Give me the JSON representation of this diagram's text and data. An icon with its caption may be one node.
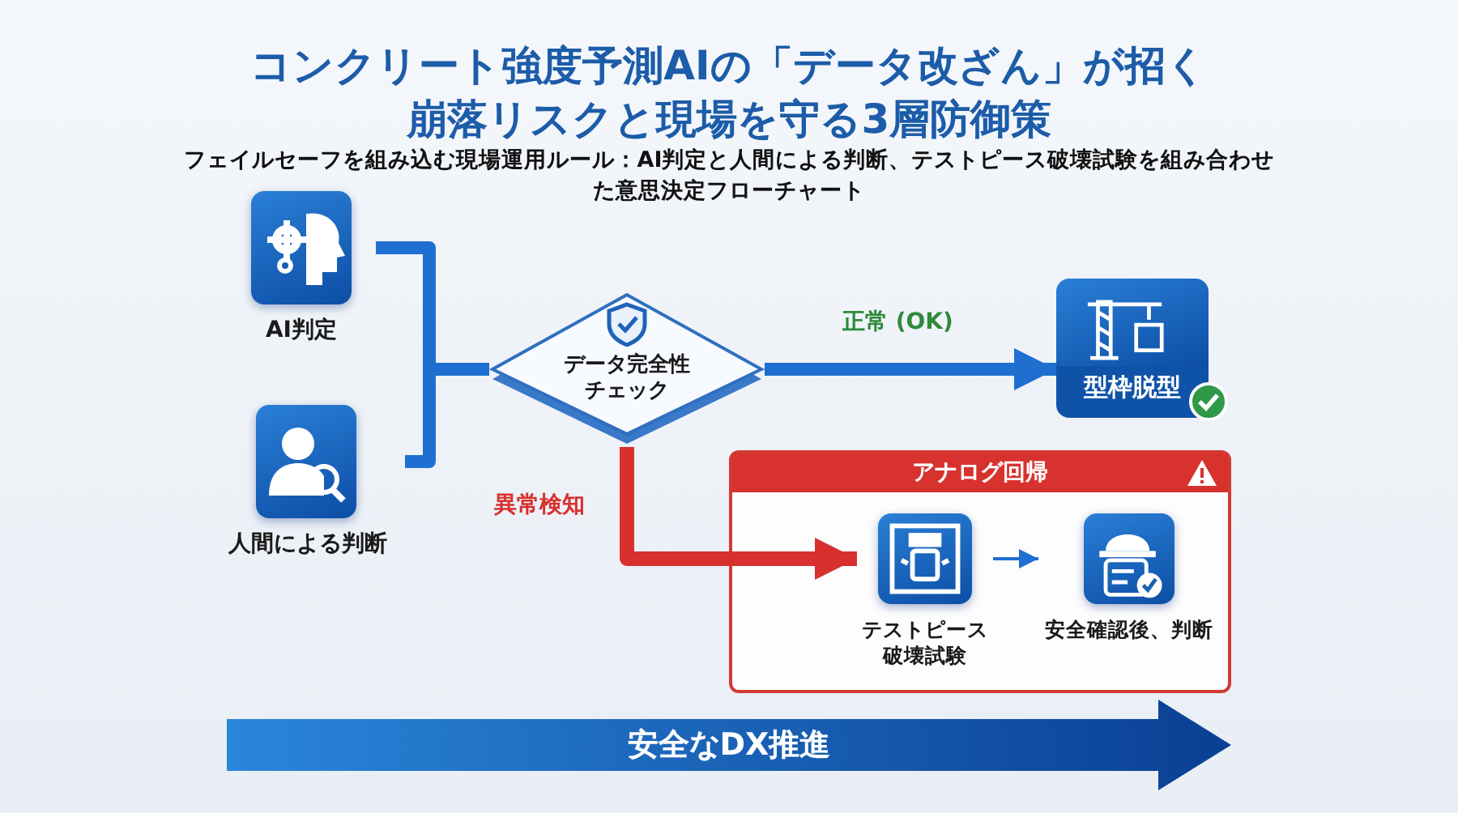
{
  "diagram": {
    "title": "コンクリート強度予測AIの「データ改ざん」が招く崩落リスクと現場を守る3層防御策",
    "nodes": [
      {
        "text": [
          "AI判定"
        ]
      },
      {
        "text": [
          "人間による判断"
        ]
      },
      {
        "text": [
          "データ完全性チェック"
        ]
      },
      {
        "text": [
          "型枠脱型"
        ]
      },
      {
        "text": [
          "アナログ回帰"
        ]
      },
      {
        "text": [
          "テストピース破壊試験"
        ],
        "in": 4
      },
      {
        "text": [
          "安全確認後、判断"
        ],
        "in": 4
      },
      {
        "text": [
          "安全なDX推進"
        ]
      }
    ],
    "edges": [
      {
        "from": 0,
        "to": 2,
        "arrow": "none"
      },
      {
        "from": 1,
        "to": 2,
        "arrow": "none"
      },
      {
        "from": 2,
        "to": 3,
        "arrow": "to",
        "label": "正常 (OK)"
      },
      {
        "from": 2,
        "to": 5,
        "arrow": "to",
        "color": "#d8302f",
        "label": "異常検知"
      },
      {
        "from": 5,
        "to": 6,
        "arrow": "to"
      }
    ],
    "labels": [
      "フェイルセーフを組み込む現場運用ルール：AI判定と人間による判断、テストピース破壊試験を組み合わせた意思決定フローチャート"
    ]
  }
}
